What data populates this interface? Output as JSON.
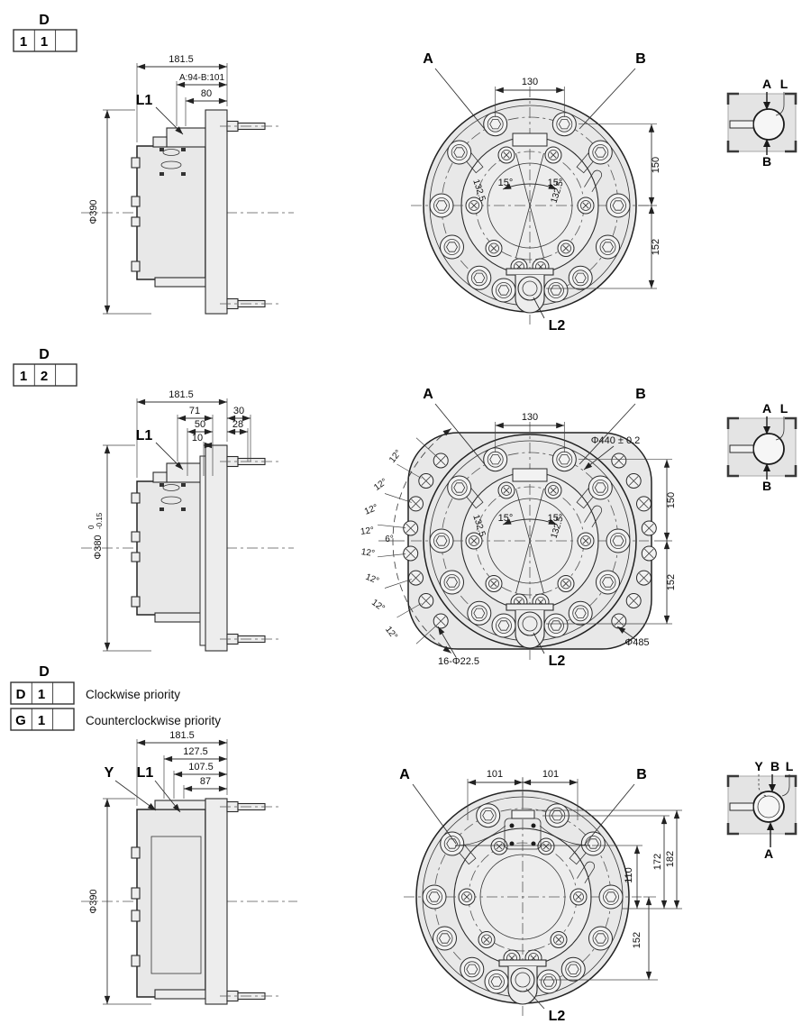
{
  "colors": {
    "line": "#222222",
    "body_fill": "#e8e8e8",
    "schematic_fill": "#e4e4e4"
  },
  "s1": {
    "code": {
      "title": "D",
      "c1": "1",
      "c2": "1",
      "c3": ""
    },
    "side": {
      "d_total": "181.5",
      "d_ab": "A:94-B:101",
      "d_80": "80",
      "l1": "L1",
      "dia": "Φ390"
    },
    "front": {
      "a": "A",
      "b": "B",
      "d130": "130",
      "d150": "150",
      "d152": "152",
      "ang_l": "15°",
      "ang_r": "15°",
      "r_l": "132.5",
      "r_r": "132.5",
      "l2": "L2"
    },
    "sch": {
      "p1": "A",
      "p2": "L",
      "p3": "B"
    }
  },
  "s2": {
    "code": {
      "title": "D",
      "c1": "1",
      "c2": "2",
      "c3": ""
    },
    "side": {
      "d_total": "181.5",
      "d71": "71",
      "d30": "30",
      "d50": "50",
      "d28": "28",
      "d10": "10",
      "l1": "L1",
      "dia": "Φ380",
      "tol_hi": "0",
      "tol_lo": "-0.15"
    },
    "front": {
      "a": "A",
      "b": "B",
      "d130": "130",
      "d440": "Φ440 ± 0.2",
      "d150": "150",
      "d152": "152",
      "ang_l": "15°",
      "ang_r": "15°",
      "r_l": "132.5",
      "r_r": "132.5",
      "a12": [
        "12°",
        "12°",
        "12°",
        "12°",
        "12°",
        "12°",
        "12°",
        "12°"
      ],
      "a6": "6°",
      "holes": "16-Φ22.5",
      "d485": "Φ485",
      "l2": "L2"
    },
    "sch": {
      "p1": "A",
      "p2": "L",
      "p3": "B"
    }
  },
  "s3": {
    "code": {
      "title": "D",
      "rows": [
        {
          "c1": "D",
          "c2": "1",
          "c3": "",
          "label": "Clockwise priority"
        },
        {
          "c1": "G",
          "c2": "1",
          "c3": "",
          "label": "Counterclockwise priority"
        }
      ]
    },
    "side": {
      "d_total": "181.5",
      "d127": "127.5",
      "d107": "107.5",
      "d87": "87",
      "y": "Y",
      "l1": "L1",
      "dia": "Φ390"
    },
    "front": {
      "a": "A",
      "b": "B",
      "d101l": "101",
      "d101r": "101",
      "d110": "110",
      "d172": "172",
      "d182": "182",
      "d152": "152",
      "l2": "L2"
    },
    "sch": {
      "p1": "Y",
      "p2": "B",
      "p3": "L",
      "p4": "A"
    }
  }
}
